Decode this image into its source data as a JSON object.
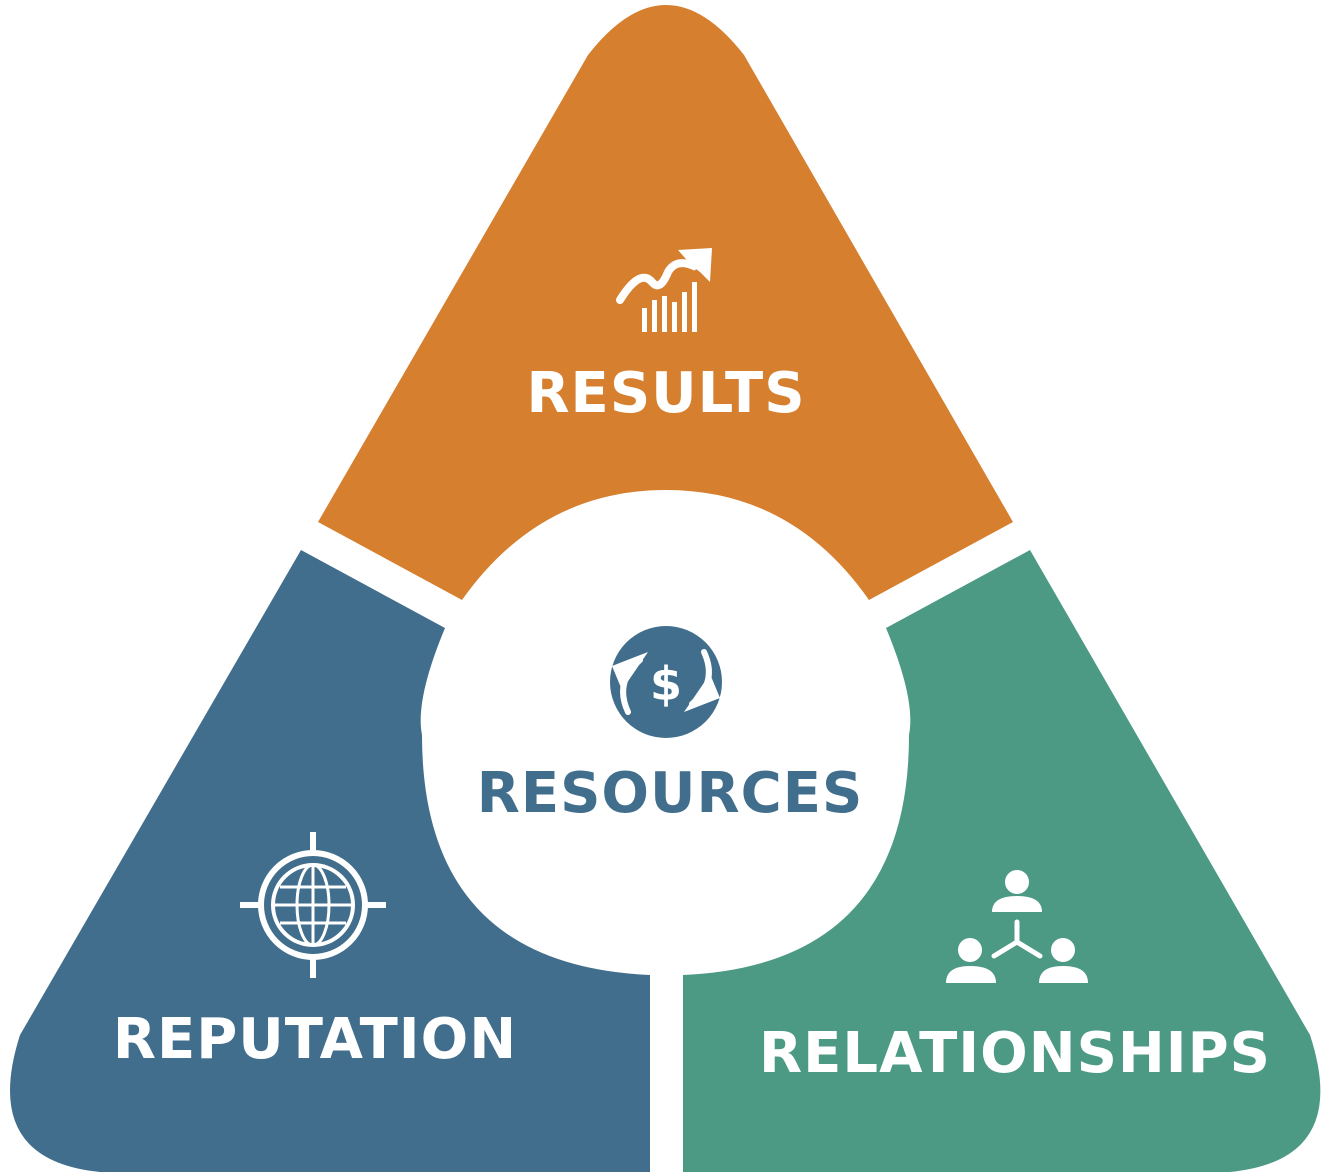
{
  "segments": {
    "results": {
      "label": "RESULTS",
      "color": "#d67f2f",
      "icon": "growth-chart-icon"
    },
    "reputation": {
      "label": "REPUTATION",
      "color": "#416e8c",
      "icon": "globe-target-icon"
    },
    "relationships": {
      "label": "RELATIONSHIPS",
      "color": "#4d9a84",
      "icon": "people-network-icon"
    }
  },
  "center": {
    "label": "RESOURCES",
    "color": "#416e8c",
    "icon": "dollar-cycle-icon"
  },
  "background": "#ffffff"
}
